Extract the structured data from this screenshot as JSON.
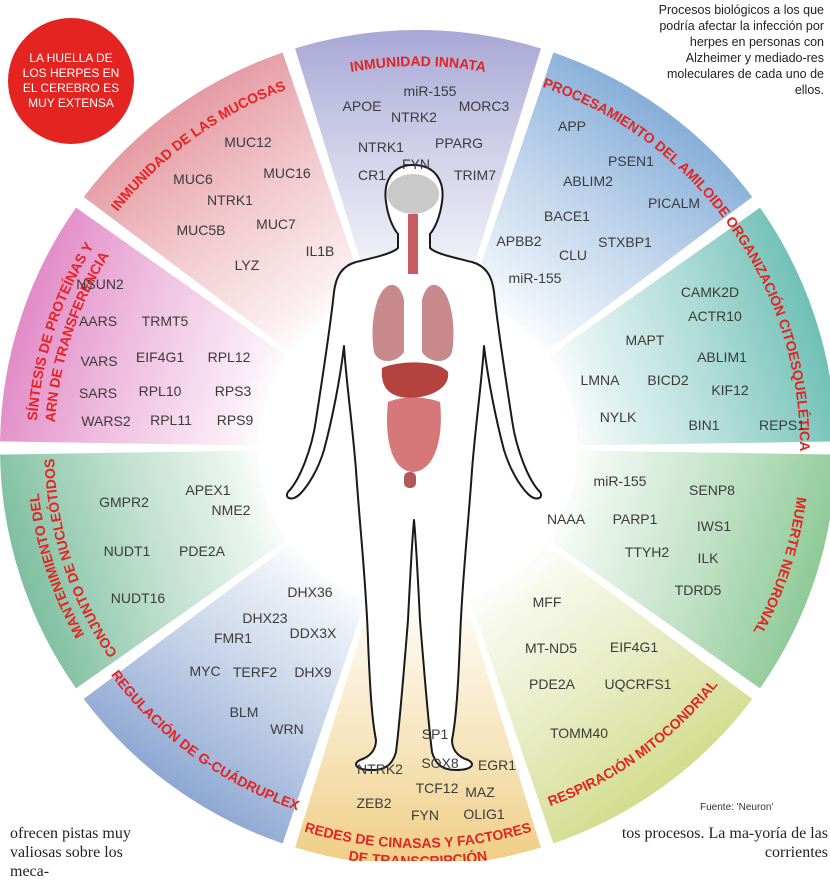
{
  "caption": "Procesos biológicos a los que podría afectar la infección por herpes en personas con Alzheimer y mediado-res moleculares de cada uno de ellos.",
  "badge": "LA HUELLA DE LOS HERPES EN EL CEREBRO ES MUY EXTENSA",
  "source": "Fuente: 'Neuron'",
  "body_left": "ofrecen pistas muy valiosas sobre los meca-",
  "body_right": "tos procesos. La ma-yoría de las corrientes",
  "segments": [
    {
      "id": "innata",
      "title": [
        "INMUNIDAD INNATA"
      ],
      "color": "#a7a7d6",
      "genes": [
        [
          "miR-155",
          430,
          96
        ],
        [
          "APOE",
          362,
          111
        ],
        [
          "NTRK2",
          414,
          122
        ],
        [
          "MORC3",
          484,
          111
        ],
        [
          "NTRK1",
          381,
          152
        ],
        [
          "PPARG",
          459,
          148
        ],
        [
          "FYN",
          416,
          169
        ],
        [
          "CR1",
          372,
          180
        ],
        [
          "TRIM7",
          475,
          180
        ]
      ]
    },
    {
      "id": "amiloide",
      "title": [
        "PROCESAMIENTO DEL AMILOIDE"
      ],
      "color": "#86aed8",
      "genes": [
        [
          "APP",
          572,
          131
        ],
        [
          "PSEN1",
          631,
          166
        ],
        [
          "ABLIM2",
          588,
          186
        ],
        [
          "PICALM",
          674,
          208
        ],
        [
          "BACE1",
          567,
          221
        ],
        [
          "APBB2",
          519,
          246
        ],
        [
          "STXBP1",
          625,
          247
        ],
        [
          "CLU",
          573,
          260
        ],
        [
          "miR-155",
          535,
          283
        ]
      ]
    },
    {
      "id": "citoesq",
      "title": [
        "ORGANIZACIÓN CITOESQUELÉTICA"
      ],
      "color": "#6fc0b6",
      "genes": [
        [
          "CAMK2D",
          710,
          297
        ],
        [
          "ACTR10",
          715,
          321
        ],
        [
          "MAPT",
          645,
          345
        ],
        [
          "ABLIM1",
          722,
          362
        ],
        [
          "LMNA",
          600,
          385
        ],
        [
          "BICD2",
          668,
          385
        ],
        [
          "KIF12",
          730,
          395
        ],
        [
          "NYLK",
          618,
          422
        ],
        [
          "BIN1",
          704,
          430
        ],
        [
          "REPS1",
          782,
          430
        ]
      ]
    },
    {
      "id": "muerte",
      "title": [
        "MUERTE NEURONAL"
      ],
      "color": "#8fca98",
      "genes": [
        [
          "miR-155",
          620,
          486
        ],
        [
          "SENP8",
          712,
          495
        ],
        [
          "NAAA",
          566,
          524
        ],
        [
          "PARP1",
          635,
          524
        ],
        [
          "IWS1",
          714,
          531
        ],
        [
          "TTYH2",
          647,
          557
        ],
        [
          "ILK",
          708,
          563
        ],
        [
          "TDRD5",
          698,
          595
        ]
      ]
    },
    {
      "id": "mito",
      "title": [
        "RESPIRACIÓN MITOCONDRIAL"
      ],
      "color": "#d2dd8e",
      "genes": [
        [
          "MFF",
          547,
          607
        ],
        [
          "MT-ND5",
          551,
          653
        ],
        [
          "EIF4G1",
          634,
          652
        ],
        [
          "PDE2A",
          552,
          689
        ],
        [
          "UQCRFS1",
          638,
          689
        ],
        [
          "TOMM40",
          579,
          738
        ]
      ]
    },
    {
      "id": "cinasas",
      "title": [
        "REDES DE CINASAS Y FACTORES",
        "DE TRANSCRIPCIÓN"
      ],
      "color": "#efcd84",
      "genes": [
        [
          "SP1",
          435,
          739
        ],
        [
          "NTRK2",
          380,
          774
        ],
        [
          "SOX8",
          440,
          768
        ],
        [
          "EGR1",
          497,
          770
        ],
        [
          "TCF12",
          437,
          793
        ],
        [
          "MAZ",
          480,
          797
        ],
        [
          "ZEB2",
          374,
          808
        ],
        [
          "FYN",
          425,
          820
        ],
        [
          "OLIG1",
          484,
          819
        ]
      ]
    },
    {
      "id": "g4",
      "title": [
        "REGULACIÓN DE G-CUÁDRUPLEX"
      ],
      "color": "#8ea8d2",
      "genes": [
        [
          "DHX36",
          310,
          597
        ],
        [
          "DHX23",
          265,
          623
        ],
        [
          "DDX3X",
          313,
          638
        ],
        [
          "FMR1",
          233,
          643
        ],
        [
          "MYC",
          205,
          676
        ],
        [
          "TERF2",
          255,
          677
        ],
        [
          "DHX9",
          313,
          677
        ],
        [
          "BLM",
          244,
          717
        ],
        [
          "WRN",
          287,
          734
        ]
      ]
    },
    {
      "id": "nucleo",
      "title": [
        "MANTENIMIENTO DEL",
        "CONJUNTO DE NUCLEÓTIDOS"
      ],
      "color": "#7fbfa0",
      "genes": [
        [
          "APEX1",
          208,
          495
        ],
        [
          "GMPR2",
          124,
          507
        ],
        [
          "NME2",
          231,
          515
        ],
        [
          "NUDT1",
          127,
          556
        ],
        [
          "PDE2A",
          202,
          556
        ],
        [
          "NUDT16",
          138,
          603
        ]
      ]
    },
    {
      "id": "proteinas",
      "title": [
        "SÍNTESIS DE PROTEÍNAS Y",
        "ARN DE TRANSFERENCIA"
      ],
      "color": "#e28bc7",
      "genes": [
        [
          "NSUN2",
          100,
          289
        ],
        [
          "AARS",
          98,
          326
        ],
        [
          "TRMT5",
          165,
          326
        ],
        [
          "VARS",
          99,
          366
        ],
        [
          "EIF4G1",
          160,
          362
        ],
        [
          "RPL12",
          229,
          362
        ],
        [
          "SARS",
          98,
          398
        ],
        [
          "RPL10",
          160,
          396
        ],
        [
          "RPS3",
          233,
          396
        ],
        [
          "WARS2",
          106,
          426
        ],
        [
          "RPL11",
          171,
          425
        ],
        [
          "RPS9",
          235,
          425
        ]
      ]
    },
    {
      "id": "mucosas",
      "title": [
        "INMUNIDAD DE LAS MUCOSAS"
      ],
      "color": "#e59aa3",
      "genes": [
        [
          "MUC12",
          248,
          147
        ],
        [
          "MUC6",
          193,
          184
        ],
        [
          "MUC16",
          287,
          178
        ],
        [
          "NTRK1",
          230,
          205
        ],
        [
          "MUC7",
          276,
          229
        ],
        [
          "MUC5B",
          201,
          235
        ],
        [
          "IL1B",
          320,
          256
        ],
        [
          "LYZ",
          247,
          270
        ]
      ]
    }
  ]
}
